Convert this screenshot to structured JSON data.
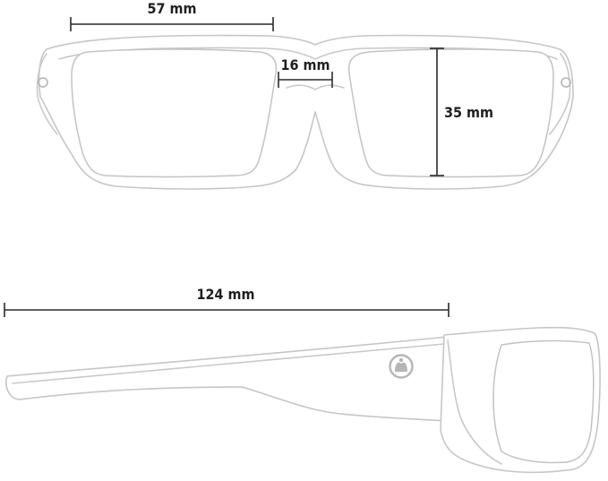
{
  "dimensions": {
    "lens_width": "57 mm",
    "bridge_width": "16 mm",
    "lens_height": "35 mm",
    "temple_length": "124 mm"
  },
  "colors": {
    "dimension_line": "#2a2a2a",
    "frame_outline": "#c9c9c9",
    "logo": "#b5b5b5"
  },
  "icons": {
    "logo": "magpul-logo-icon"
  }
}
